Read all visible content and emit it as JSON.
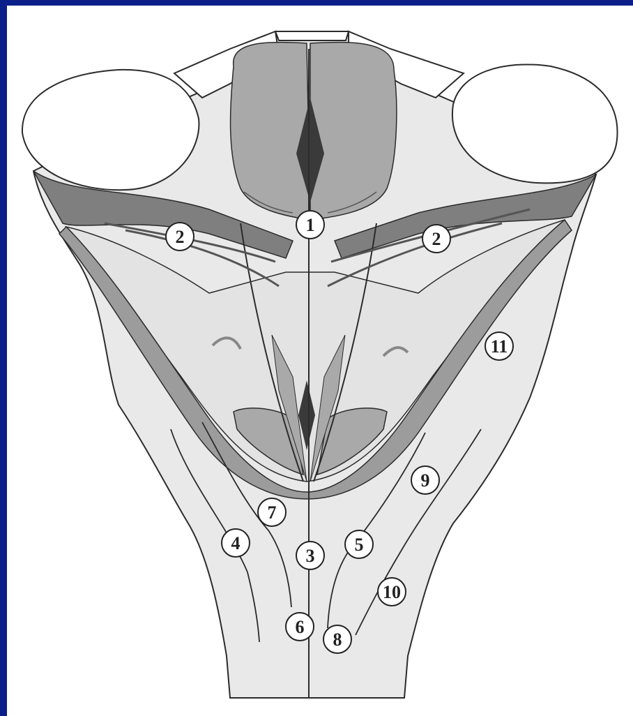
{
  "colors": {
    "slide_background": "#0b1f8a",
    "paper": "#ffffff",
    "light_fill": "#e9e9e9",
    "medium_fill": "#a9a9a9",
    "dark_fill": "#7f7f7f",
    "darkest_fill": "#3a3a3a",
    "outline": "#2b2b2b"
  },
  "labels": {
    "l1": "1",
    "l2_left": "2",
    "l2_right": "2",
    "l3": "3",
    "l4": "4",
    "l5": "5",
    "l6": "6",
    "l7": "7",
    "l8": "8",
    "l9": "9",
    "l10": "10",
    "l11": "11"
  }
}
